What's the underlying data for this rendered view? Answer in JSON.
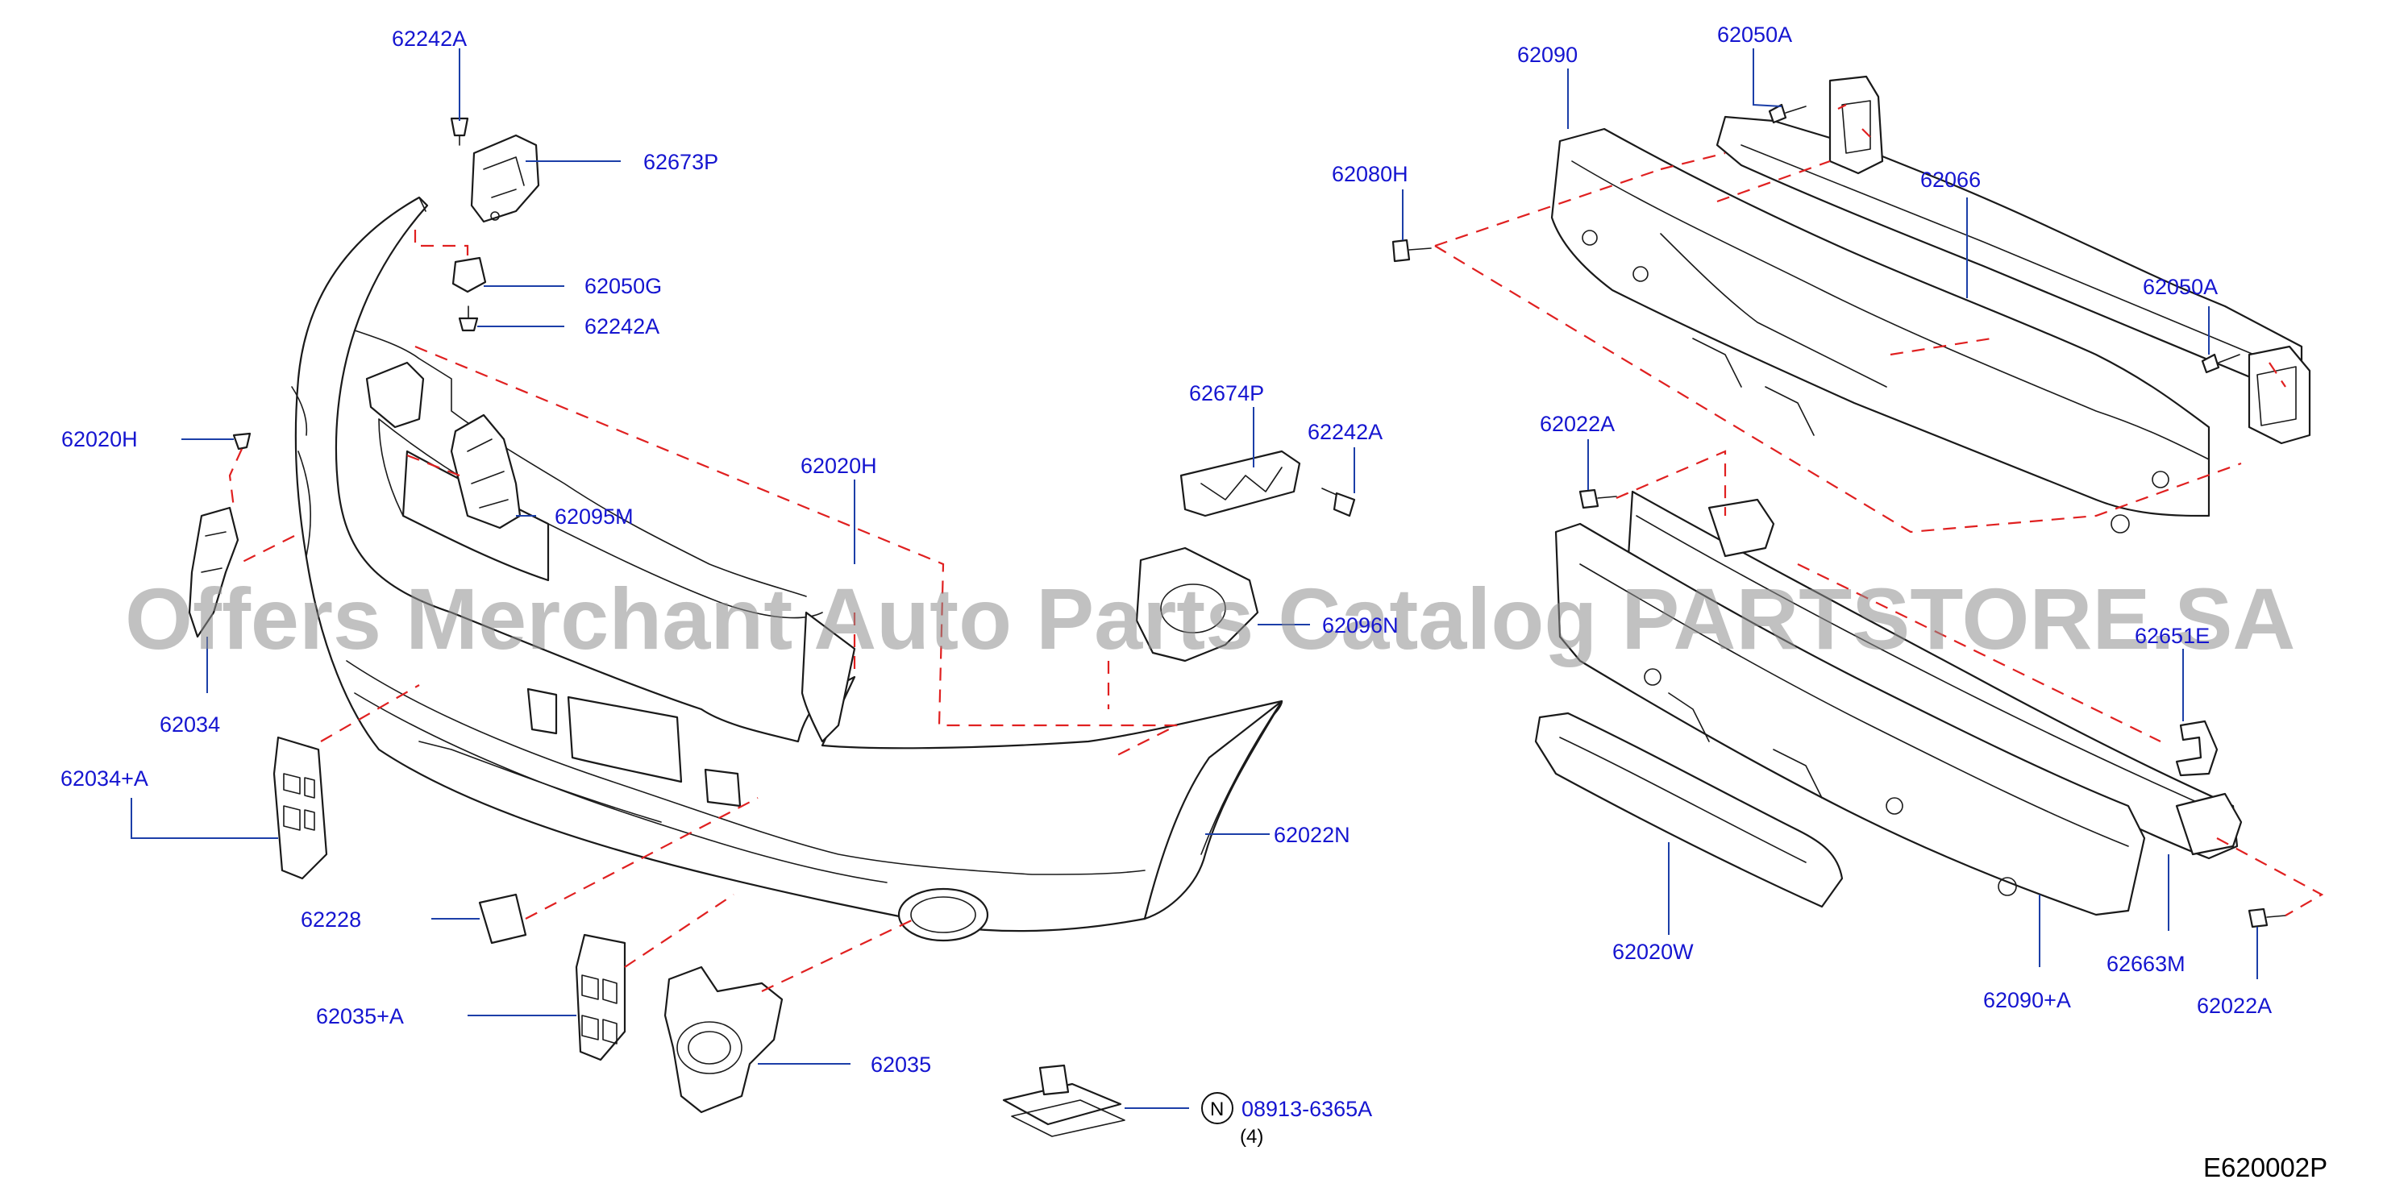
{
  "diagram": {
    "labels": {
      "p62242A_top": "62242A",
      "p62673P": "62673P",
      "p62050G": "62050G",
      "p62242A_mid": "62242A",
      "p62020H_left": "62020H",
      "p62095M": "62095M",
      "p62020H_center": "62020H",
      "p62034": "62034",
      "p62034A": "62034+A",
      "p62228": "62228",
      "p62035A": "62035+A",
      "p62035": "62035",
      "p62022N": "62022N",
      "p62674P": "62674P",
      "p62242A_right": "62242A",
      "p62096N": "62096N",
      "p08913": "08913-6365A",
      "p08913_qty": "(4)",
      "p62090": "62090",
      "p62050A_top": "62050A",
      "p62080H": "62080H",
      "p62066": "62066",
      "p62050A_right": "62050A",
      "p62022A_top": "62022A",
      "p62651E": "62651E",
      "p62020W": "62020W",
      "p62090A": "62090+A",
      "p62663M": "62663M",
      "p62022A_bottom": "62022A"
    },
    "n_marker": "N",
    "diagram_code": "E620002P",
    "watermark": "Offers Merchant Auto Parts Catalog PARTSTORE.SA",
    "colors": {
      "label_text": "#1515d0",
      "leader_line": "#1c3fa8",
      "dashed_guide": "#e02020",
      "part_outline": "#1a1a1a",
      "watermark": "#8e8e8e"
    }
  }
}
